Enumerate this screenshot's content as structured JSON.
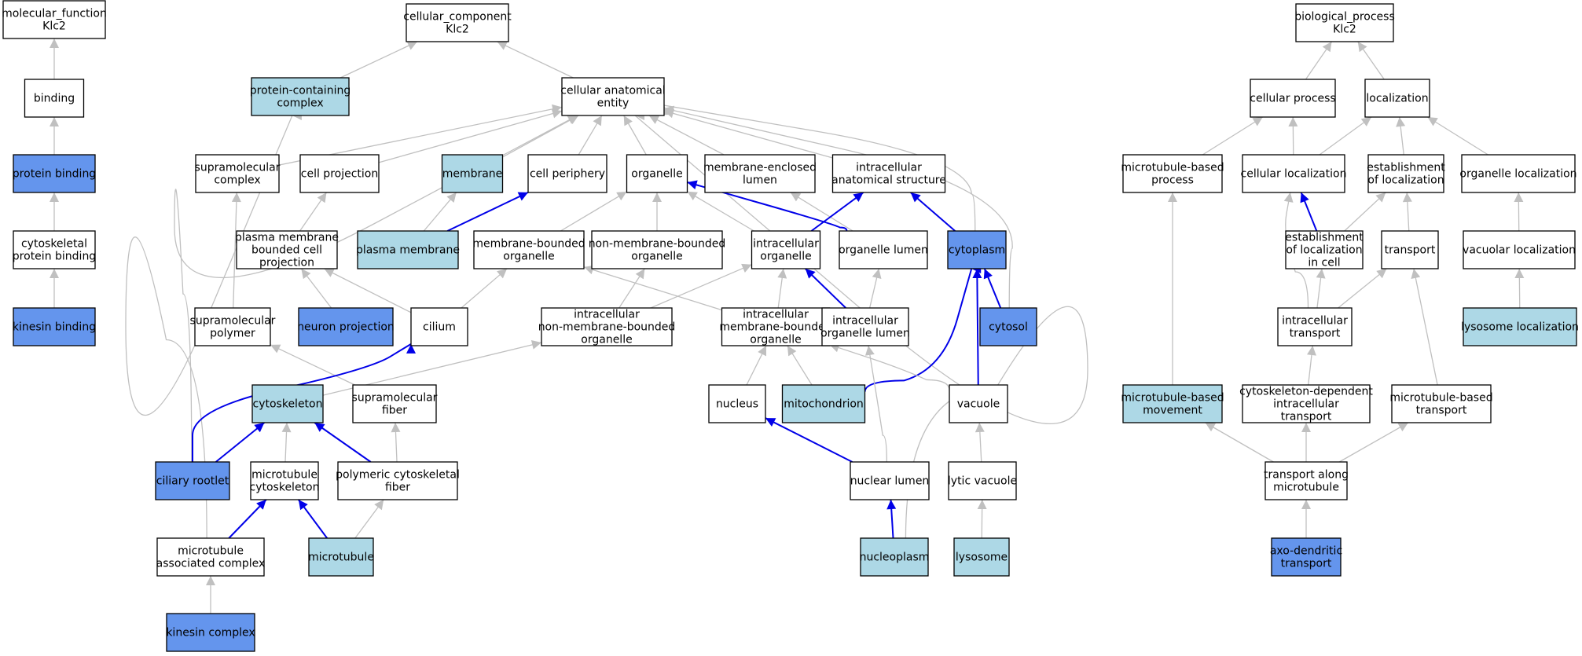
{
  "colors": {
    "white": "#ffffff",
    "light": "#add8e6",
    "strong": "#6495ed",
    "edge_gray": "#c0c0c0",
    "edge_blue": "#0000e8"
  },
  "nodes": {
    "mf_root": {
      "lines": [
        "molecular_function",
        "Klc2"
      ],
      "fill": "white"
    },
    "binding": {
      "lines": [
        "binding"
      ],
      "fill": "white"
    },
    "protein_binding": {
      "lines": [
        "protein binding"
      ],
      "fill": "strong"
    },
    "cytoskeletal_protein_binding": {
      "lines": [
        "cytoskeletal",
        "protein binding"
      ],
      "fill": "white"
    },
    "kinesin_binding": {
      "lines": [
        "kinesin binding"
      ],
      "fill": "strong"
    },
    "cc_root": {
      "lines": [
        "cellular_component",
        "Klc2"
      ],
      "fill": "white"
    },
    "protein_containing_complex": {
      "lines": [
        "protein-containing",
        "complex"
      ],
      "fill": "light"
    },
    "cellular_anatomical_entity": {
      "lines": [
        "cellular anatomical",
        "entity"
      ],
      "fill": "white"
    },
    "supramolecular_complex": {
      "lines": [
        "supramolecular",
        "complex"
      ],
      "fill": "white"
    },
    "cell_projection": {
      "lines": [
        "cell projection"
      ],
      "fill": "white"
    },
    "membrane": {
      "lines": [
        "membrane"
      ],
      "fill": "light"
    },
    "cell_periphery": {
      "lines": [
        "cell periphery"
      ],
      "fill": "white"
    },
    "organelle": {
      "lines": [
        "organelle"
      ],
      "fill": "white"
    },
    "membrane_enclosed_lumen": {
      "lines": [
        "membrane-enclosed",
        "lumen"
      ],
      "fill": "white"
    },
    "intracellular_anatomical_structure": {
      "lines": [
        "intracellular",
        "anatomical structure"
      ],
      "fill": "white"
    },
    "plasma_membrane_bounded_cell_projection": {
      "lines": [
        "plasma membrane",
        "bounded cell",
        "projection"
      ],
      "fill": "white"
    },
    "plasma_membrane": {
      "lines": [
        "plasma membrane"
      ],
      "fill": "light"
    },
    "membrane_bounded_organelle": {
      "lines": [
        "membrane-bounded",
        "organelle"
      ],
      "fill": "white"
    },
    "non_membrane_bounded_organelle": {
      "lines": [
        "non-membrane-bounded",
        "organelle"
      ],
      "fill": "white"
    },
    "intracellular_organelle": {
      "lines": [
        "intracellular",
        "organelle"
      ],
      "fill": "white"
    },
    "organelle_lumen": {
      "lines": [
        "organelle lumen"
      ],
      "fill": "white"
    },
    "cytoplasm": {
      "lines": [
        "cytoplasm"
      ],
      "fill": "strong"
    },
    "supramolecular_polymer": {
      "lines": [
        "supramolecular",
        "polymer"
      ],
      "fill": "white"
    },
    "neuron_projection": {
      "lines": [
        "neuron projection"
      ],
      "fill": "strong"
    },
    "cilium": {
      "lines": [
        "cilium"
      ],
      "fill": "white"
    },
    "intracellular_non_membrane_bounded_organelle": {
      "lines": [
        "intracellular",
        "non-membrane-bounded",
        "organelle"
      ],
      "fill": "white"
    },
    "intracellular_membrane_bounded_organelle": {
      "lines": [
        "intracellular",
        "membrane-bounded",
        "organelle"
      ],
      "fill": "white"
    },
    "intracellular_organelle_lumen": {
      "lines": [
        "intracellular",
        "organelle lumen"
      ],
      "fill": "white"
    },
    "cytosol": {
      "lines": [
        "cytosol"
      ],
      "fill": "strong"
    },
    "cytoskeleton": {
      "lines": [
        "cytoskeleton"
      ],
      "fill": "light"
    },
    "supramolecular_fiber": {
      "lines": [
        "supramolecular",
        "fiber"
      ],
      "fill": "white"
    },
    "nucleus": {
      "lines": [
        "nucleus"
      ],
      "fill": "white"
    },
    "mitochondrion": {
      "lines": [
        "mitochondrion"
      ],
      "fill": "light"
    },
    "vacuole": {
      "lines": [
        "vacuole"
      ],
      "fill": "white"
    },
    "ciliary_rootlet": {
      "lines": [
        "ciliary rootlet"
      ],
      "fill": "strong"
    },
    "microtubule_cytoskeleton": {
      "lines": [
        "microtubule",
        "cytoskeleton"
      ],
      "fill": "white"
    },
    "polymeric_cytoskeletal_fiber": {
      "lines": [
        "polymeric cytoskeletal",
        "fiber"
      ],
      "fill": "white"
    },
    "nuclear_lumen": {
      "lines": [
        "nuclear lumen"
      ],
      "fill": "white"
    },
    "lytic_vacuole": {
      "lines": [
        "lytic vacuole"
      ],
      "fill": "white"
    },
    "microtubule_associated_complex": {
      "lines": [
        "microtubule",
        "associated complex"
      ],
      "fill": "white"
    },
    "microtubule": {
      "lines": [
        "microtubule"
      ],
      "fill": "light"
    },
    "nucleoplasm": {
      "lines": [
        "nucleoplasm"
      ],
      "fill": "light"
    },
    "lysosome": {
      "lines": [
        "lysosome"
      ],
      "fill": "light"
    },
    "kinesin_complex": {
      "lines": [
        "kinesin complex"
      ],
      "fill": "strong"
    },
    "bp_root": {
      "lines": [
        "biological_process",
        "Klc2"
      ],
      "fill": "white"
    },
    "cellular_process": {
      "lines": [
        "cellular process"
      ],
      "fill": "white"
    },
    "localization": {
      "lines": [
        "localization"
      ],
      "fill": "white"
    },
    "microtubule_based_process": {
      "lines": [
        "microtubule-based",
        "process"
      ],
      "fill": "white"
    },
    "cellular_localization": {
      "lines": [
        "cellular localization"
      ],
      "fill": "white"
    },
    "establishment_of_localization": {
      "lines": [
        "establishment",
        "of localization"
      ],
      "fill": "white"
    },
    "organelle_localization": {
      "lines": [
        "organelle localization"
      ],
      "fill": "white"
    },
    "establishment_of_localization_in_cell": {
      "lines": [
        "establishment",
        "of localization",
        "in cell"
      ],
      "fill": "white"
    },
    "transport": {
      "lines": [
        "transport"
      ],
      "fill": "white"
    },
    "vacuolar_localization": {
      "lines": [
        "vacuolar localization"
      ],
      "fill": "white"
    },
    "intracellular_transport": {
      "lines": [
        "intracellular",
        "transport"
      ],
      "fill": "white"
    },
    "lysosome_localization": {
      "lines": [
        "lysosome localization"
      ],
      "fill": "light"
    },
    "microtubule_based_movement": {
      "lines": [
        "microtubule-based",
        "movement"
      ],
      "fill": "light"
    },
    "cytoskeleton_dependent_intracellular_transport": {
      "lines": [
        "cytoskeleton-dependent",
        "intracellular",
        "transport"
      ],
      "fill": "white"
    },
    "microtubule_based_transport": {
      "lines": [
        "microtubule-based",
        "transport"
      ],
      "fill": "white"
    },
    "transport_along_microtubule": {
      "lines": [
        "transport along",
        "microtubule"
      ],
      "fill": "white"
    },
    "axo_dendritic_transport": {
      "lines": [
        "axo-dendritic",
        "transport"
      ],
      "fill": "strong"
    }
  },
  "edges": [
    [
      "binding",
      "mf_root",
      "gray"
    ],
    [
      "protein_binding",
      "binding",
      "gray"
    ],
    [
      "cytoskeletal_protein_binding",
      "protein_binding",
      "gray"
    ],
    [
      "kinesin_binding",
      "cytoskeletal_protein_binding",
      "gray"
    ],
    [
      "protein_containing_complex",
      "cc_root",
      "gray"
    ],
    [
      "cellular_anatomical_entity",
      "cc_root",
      "gray"
    ],
    [
      "supramolecular_complex",
      "cellular_anatomical_entity",
      "gray"
    ],
    [
      "cell_projection",
      "cellular_anatomical_entity",
      "gray"
    ],
    [
      "membrane",
      "cellular_anatomical_entity",
      "gray"
    ],
    [
      "cell_periphery",
      "cellular_anatomical_entity",
      "gray"
    ],
    [
      "organelle",
      "cellular_anatomical_entity",
      "gray"
    ],
    [
      "membrane_enclosed_lumen",
      "cellular_anatomical_entity",
      "gray"
    ],
    [
      "intracellular_anatomical_structure",
      "cellular_anatomical_entity",
      "gray"
    ],
    [
      "ciliary_rootlet",
      "cellular_anatomical_entity",
      "gray"
    ],
    [
      "cytoplasm",
      "cellular_anatomical_entity",
      "gray"
    ],
    [
      "cytosol",
      "cellular_anatomical_entity",
      "gray"
    ],
    [
      "nucleoplasm",
      "cellular_anatomical_entity",
      "gray"
    ],
    [
      "microtubule_associated_complex",
      "protein_containing_complex",
      "gray"
    ],
    [
      "plasma_membrane_bounded_cell_projection",
      "cell_projection",
      "gray"
    ],
    [
      "plasma_membrane",
      "membrane",
      "gray"
    ],
    [
      "plasma_membrane",
      "cell_periphery",
      "blue"
    ],
    [
      "membrane_bounded_organelle",
      "organelle",
      "gray"
    ],
    [
      "non_membrane_bounded_organelle",
      "organelle",
      "gray"
    ],
    [
      "intracellular_organelle",
      "organelle",
      "gray"
    ],
    [
      "organelle_lumen",
      "organelle",
      "blue"
    ],
    [
      "organelle_lumen",
      "membrane_enclosed_lumen",
      "gray"
    ],
    [
      "intracellular_organelle",
      "intracellular_anatomical_structure",
      "blue"
    ],
    [
      "cytoplasm",
      "intracellular_anatomical_structure",
      "blue"
    ],
    [
      "supramolecular_polymer",
      "supramolecular_complex",
      "gray"
    ],
    [
      "neuron_projection",
      "plasma_membrane_bounded_cell_projection",
      "gray"
    ],
    [
      "cilium",
      "plasma_membrane_bounded_cell_projection",
      "gray"
    ],
    [
      "cilium",
      "membrane_bounded_organelle",
      "gray"
    ],
    [
      "intracellular_membrane_bounded_organelle",
      "membrane_bounded_organelle",
      "gray"
    ],
    [
      "intracellular_non_membrane_bounded_organelle",
      "non_membrane_bounded_organelle",
      "gray"
    ],
    [
      "intracellular_non_membrane_bounded_organelle",
      "intracellular_organelle",
      "gray"
    ],
    [
      "intracellular_membrane_bounded_organelle",
      "intracellular_organelle",
      "gray"
    ],
    [
      "intracellular_organelle_lumen",
      "intracellular_organelle",
      "blue"
    ],
    [
      "intracellular_organelle_lumen",
      "organelle_lumen",
      "gray"
    ],
    [
      "cytosol",
      "cytoplasm",
      "blue"
    ],
    [
      "mitochondrion",
      "cytoplasm",
      "blue"
    ],
    [
      "vacuole",
      "cytoplasm",
      "blue"
    ],
    [
      "supramolecular_fiber",
      "supramolecular_polymer",
      "gray"
    ],
    [
      "cytoskeleton",
      "intracellular_non_membrane_bounded_organelle",
      "gray"
    ],
    [
      "nucleus",
      "intracellular_membrane_bounded_organelle",
      "gray"
    ],
    [
      "mitochondrion",
      "intracellular_membrane_bounded_organelle",
      "gray"
    ],
    [
      "vacuole",
      "intracellular_membrane_bounded_organelle",
      "gray"
    ],
    [
      "nuclear_lumen",
      "intracellular_organelle_lumen",
      "gray"
    ],
    [
      "ciliary_rootlet",
      "cilium",
      "blue"
    ],
    [
      "ciliary_rootlet",
      "cytoskeleton",
      "blue"
    ],
    [
      "microtubule_cytoskeleton",
      "cytoskeleton",
      "gray"
    ],
    [
      "polymeric_cytoskeletal_fiber",
      "cytoskeleton",
      "blue"
    ],
    [
      "polymeric_cytoskeletal_fiber",
      "supramolecular_fiber",
      "gray"
    ],
    [
      "nuclear_lumen",
      "nucleus",
      "blue"
    ],
    [
      "lytic_vacuole",
      "vacuole",
      "gray"
    ],
    [
      "microtubule_associated_complex",
      "microtubule_cytoskeleton",
      "blue"
    ],
    [
      "microtubule",
      "microtubule_cytoskeleton",
      "blue"
    ],
    [
      "microtubule",
      "polymeric_cytoskeletal_fiber",
      "gray"
    ],
    [
      "nucleoplasm",
      "nuclear_lumen",
      "blue"
    ],
    [
      "lysosome",
      "lytic_vacuole",
      "gray"
    ],
    [
      "kinesin_complex",
      "microtubule_associated_complex",
      "gray"
    ],
    [
      "cellular_process",
      "bp_root",
      "gray"
    ],
    [
      "localization",
      "bp_root",
      "gray"
    ],
    [
      "microtubule_based_process",
      "cellular_process",
      "gray"
    ],
    [
      "cellular_localization",
      "cellular_process",
      "gray"
    ],
    [
      "cellular_localization",
      "localization",
      "gray"
    ],
    [
      "establishment_of_localization",
      "localization",
      "gray"
    ],
    [
      "organelle_localization",
      "localization",
      "gray"
    ],
    [
      "establishment_of_localization_in_cell",
      "cellular_localization",
      "blue"
    ],
    [
      "establishment_of_localization_in_cell",
      "establishment_of_localization",
      "gray"
    ],
    [
      "transport",
      "establishment_of_localization",
      "gray"
    ],
    [
      "vacuolar_localization",
      "organelle_localization",
      "gray"
    ],
    [
      "intracellular_transport",
      "cellular_localization",
      "gray"
    ],
    [
      "intracellular_transport",
      "establishment_of_localization_in_cell",
      "gray"
    ],
    [
      "intracellular_transport",
      "transport",
      "gray"
    ],
    [
      "lysosome_localization",
      "vacuolar_localization",
      "gray"
    ],
    [
      "microtubule_based_movement",
      "microtubule_based_process",
      "gray"
    ],
    [
      "cytoskeleton_dependent_intracellular_transport",
      "intracellular_transport",
      "gray"
    ],
    [
      "microtubule_based_transport",
      "transport",
      "gray"
    ],
    [
      "transport_along_microtubule",
      "microtubule_based_movement",
      "gray"
    ],
    [
      "transport_along_microtubule",
      "cytoskeleton_dependent_intracellular_transport",
      "gray"
    ],
    [
      "transport_along_microtubule",
      "microtubule_based_transport",
      "gray"
    ],
    [
      "axo_dendritic_transport",
      "transport_along_microtubule",
      "gray"
    ]
  ]
}
